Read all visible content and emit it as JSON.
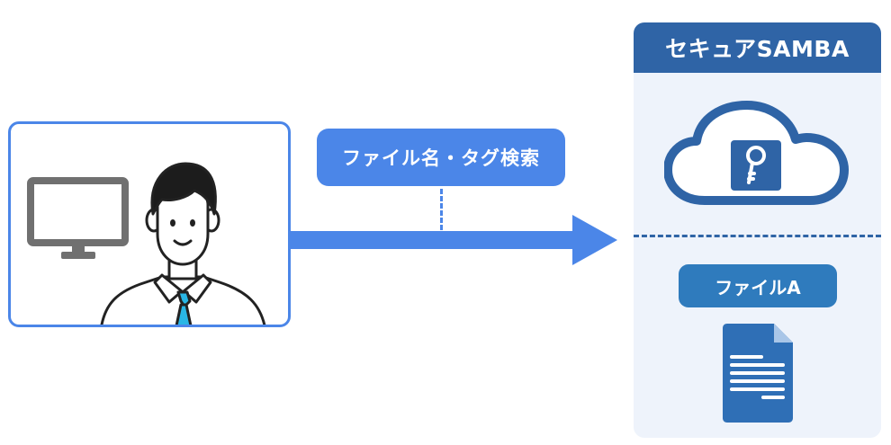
{
  "search_label": "ファイル名・タグ検索",
  "samba": {
    "title": "セキュアSAMBA",
    "file_label": "ファイルA"
  },
  "colors": {
    "primary_blue": "#4b86e8",
    "samba_header": "#2f64a6",
    "samba_panel": "#eef3fb",
    "file_badge": "#2f7bbd",
    "document": "#2f6fb6",
    "tie": "#29b6e5"
  },
  "icons": [
    "monitor-icon",
    "businessman-icon",
    "cloud-key-icon",
    "document-icon"
  ]
}
